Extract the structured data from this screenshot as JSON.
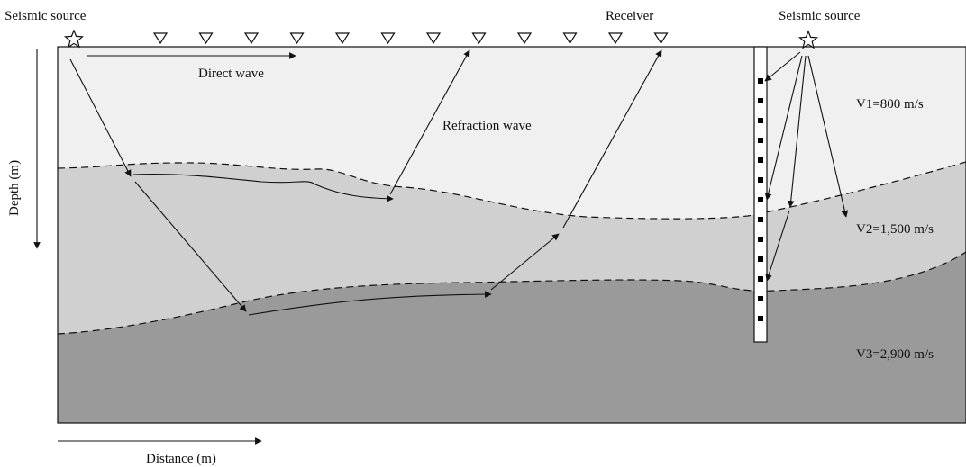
{
  "labels": {
    "source_left": "Seismic source",
    "source_right": "Seismic source",
    "receiver": "Receiver",
    "direct_wave": "Direct wave",
    "refraction_wave": "Refraction wave",
    "depth_axis": "Depth (m)",
    "distance_axis": "Distance (m)"
  },
  "layers": [
    {
      "name": "layer-1",
      "velocity_label": "V1=800 m/s",
      "color": "#f0f0f0"
    },
    {
      "name": "layer-2",
      "velocity_label": "V2=1,500 m/s",
      "color": "#d0d0d0"
    },
    {
      "name": "layer-3",
      "velocity_label": "V3=2,900 m/s",
      "color": "#9a9a9a"
    }
  ],
  "receiver_count": 12,
  "borehole_sensor_count": 13,
  "colors": {
    "line": "#111111",
    "borehole_fill": "#ffffff",
    "sensor": "#000000"
  }
}
